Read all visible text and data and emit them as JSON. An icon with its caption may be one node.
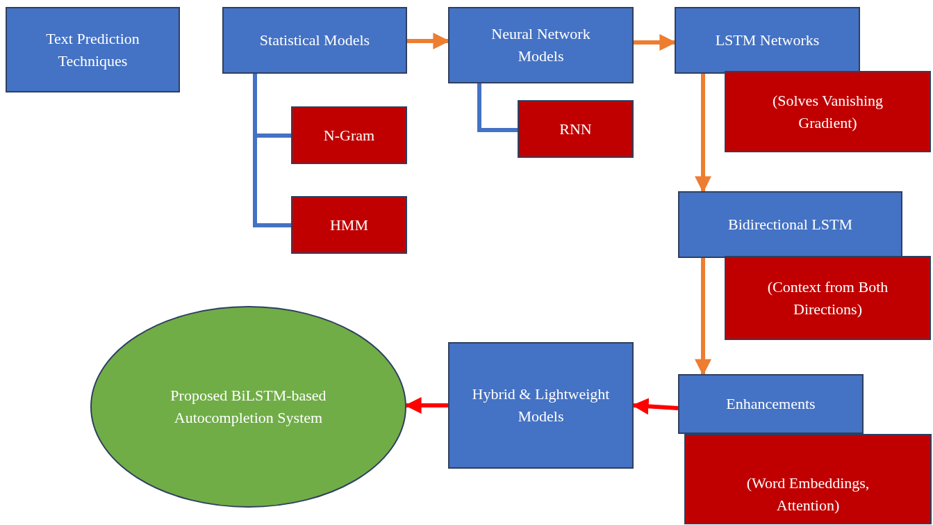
{
  "diagram": {
    "nodes": [
      {
        "text": [
          "Text Prediction Techniques"
        ]
      },
      {
        "text": [
          "Statistical Models"
        ]
      },
      {
        "text": [
          "Neural Network Models"
        ]
      },
      {
        "text": [
          "LSTM Networks"
        ]
      },
      {
        "text": [
          "N-Gram"
        ]
      },
      {
        "text": [
          "HMM"
        ]
      },
      {
        "text": [
          "RNN"
        ]
      },
      {
        "text": [
          "(Solves Vanishing Gradient)"
        ]
      },
      {
        "text": [
          "Bidirectional LSTM"
        ]
      },
      {
        "text": [
          "(Context from Both Directions)"
        ]
      },
      {
        "text": [
          "Enhancements"
        ]
      },
      {
        "text": [
          "(Word Embeddings, Attention)"
        ]
      },
      {
        "text": [
          "Hybrid & Lightweight Models"
        ]
      },
      {
        "text": [
          "Proposed BiLSTM-based Autocompletion System"
        ]
      }
    ],
    "edges": [
      {
        "from": 1,
        "to": 2,
        "arrow": "to"
      },
      {
        "from": 2,
        "to": 3,
        "arrow": "to"
      },
      {
        "from": 3,
        "to": 8,
        "arrow": "to"
      },
      {
        "from": 8,
        "to": 10,
        "arrow": "to"
      },
      {
        "from": 10,
        "to": 12,
        "arrow": "to",
        "color": "#ff0000"
      },
      {
        "from": 12,
        "to": 13,
        "arrow": "to",
        "color": "#ff0000"
      },
      {
        "from": 1,
        "to": 4,
        "arrow": "none",
        "color": "#4472c4"
      },
      {
        "from": 1,
        "to": 5,
        "arrow": "none",
        "color": "#4472c4"
      },
      {
        "from": 2,
        "to": 6,
        "arrow": "none",
        "color": "#4472c4"
      }
    ]
  }
}
